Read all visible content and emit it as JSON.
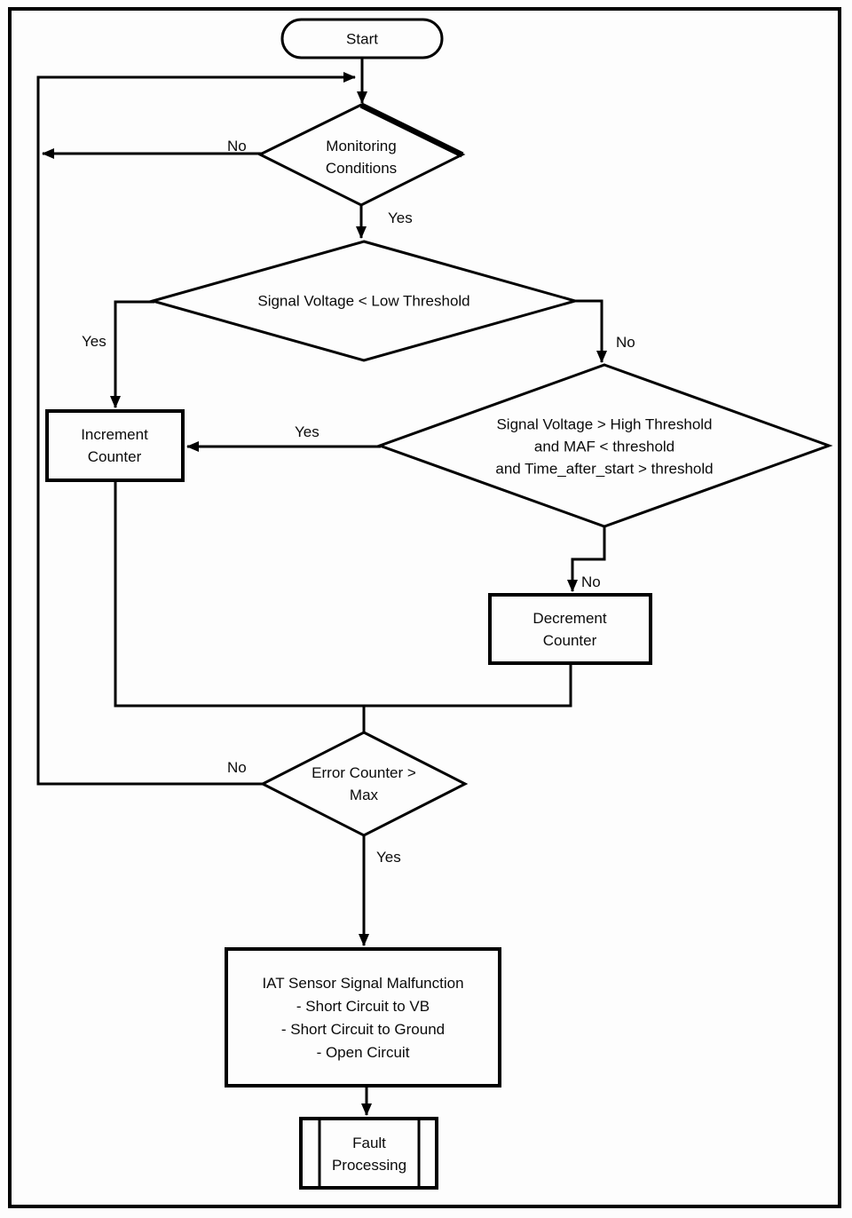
{
  "diagram": {
    "type": "flowchart",
    "background": "#ffffff",
    "line_color": "#000000",
    "nodes": {
      "start": "Start",
      "monitoring": "Monitoring\nConditions",
      "signal_low": "Signal Voltage < Low Threshold",
      "signal_high": "Signal Voltage > High Threshold\nand MAF < threshold\nand Time_after_start > threshold",
      "increment": "Increment\nCounter",
      "decrement": "Decrement\nCounter",
      "error_counter": "Error Counter >\nMax",
      "malfunction": "IAT Sensor Signal Malfunction\n- Short Circuit to VB\n- Short Circuit to Ground\n- Open Circuit",
      "fault": "Fault\nProcessing"
    },
    "edge_labels": {
      "monitoring_no": "No",
      "monitoring_yes": "Yes",
      "signal_low_yes": "Yes",
      "signal_low_no": "No",
      "signal_high_yes": "Yes",
      "signal_high_no": "No",
      "error_no": "No",
      "error_yes": "Yes"
    }
  }
}
